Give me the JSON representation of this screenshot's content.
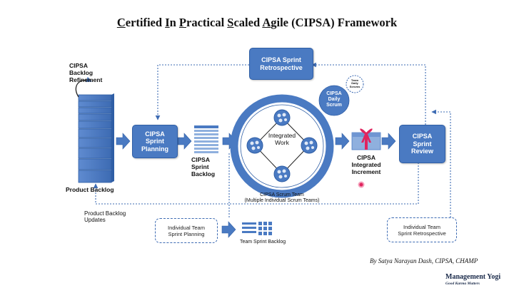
{
  "title": {
    "parts": [
      {
        "u": "C",
        "t": "ertified "
      },
      {
        "u": "I",
        "t": "n "
      },
      {
        "u": "P",
        "t": "ractical "
      },
      {
        "u": "S",
        "t": "caled "
      },
      {
        "u": "A",
        "t": "gile (CIPSA) Framework"
      }
    ]
  },
  "labels": {
    "backlog_refinement": [
      "CIPSA",
      "Backlog",
      "Refinement"
    ],
    "product_backlog": "Product Backlog",
    "product_backlog_updates": [
      "Product Backlog",
      "Updates"
    ],
    "sprint_planning": [
      "CIPSA",
      "Sprint",
      "Planning"
    ],
    "sprint_backlog": [
      "CIPSA",
      "Sprint",
      "Backlog"
    ],
    "retrospective": [
      "CIPSA Sprint",
      "Retrospective"
    ],
    "daily_scrum": [
      "CIPSA",
      "Daily",
      "Scrum"
    ],
    "team_daily_scrums": [
      "Team",
      "Daily",
      "Scrums"
    ],
    "integrated_work": [
      "Integrated",
      "Work"
    ],
    "scrum_team": [
      "CIPSA Scrum Team",
      "(Multiple Individual Scrum Teams)"
    ],
    "integrated_increment": [
      "CIPSA",
      "Integrated",
      "Increment"
    ],
    "sprint_review": [
      "CIPSA",
      "Sprint",
      "Review"
    ],
    "team_sprint_planning": [
      "Individual Team",
      "Sprint Planning"
    ],
    "team_sprint_backlog": "Team Sprint Backlog",
    "team_sprint_retrospective": [
      "Individual Team",
      "Sprint Retrospective"
    ]
  },
  "credit": "By Satya Narayan Dash, CIPSA, CHAMP",
  "brand": {
    "name": "Management Yogi",
    "tagline": "Good Karma Matters"
  },
  "colors": {
    "primary": "#4a7ac2",
    "dark": "#2f5ea5",
    "light": "#8fb0de",
    "accent": "#e0245e"
  }
}
